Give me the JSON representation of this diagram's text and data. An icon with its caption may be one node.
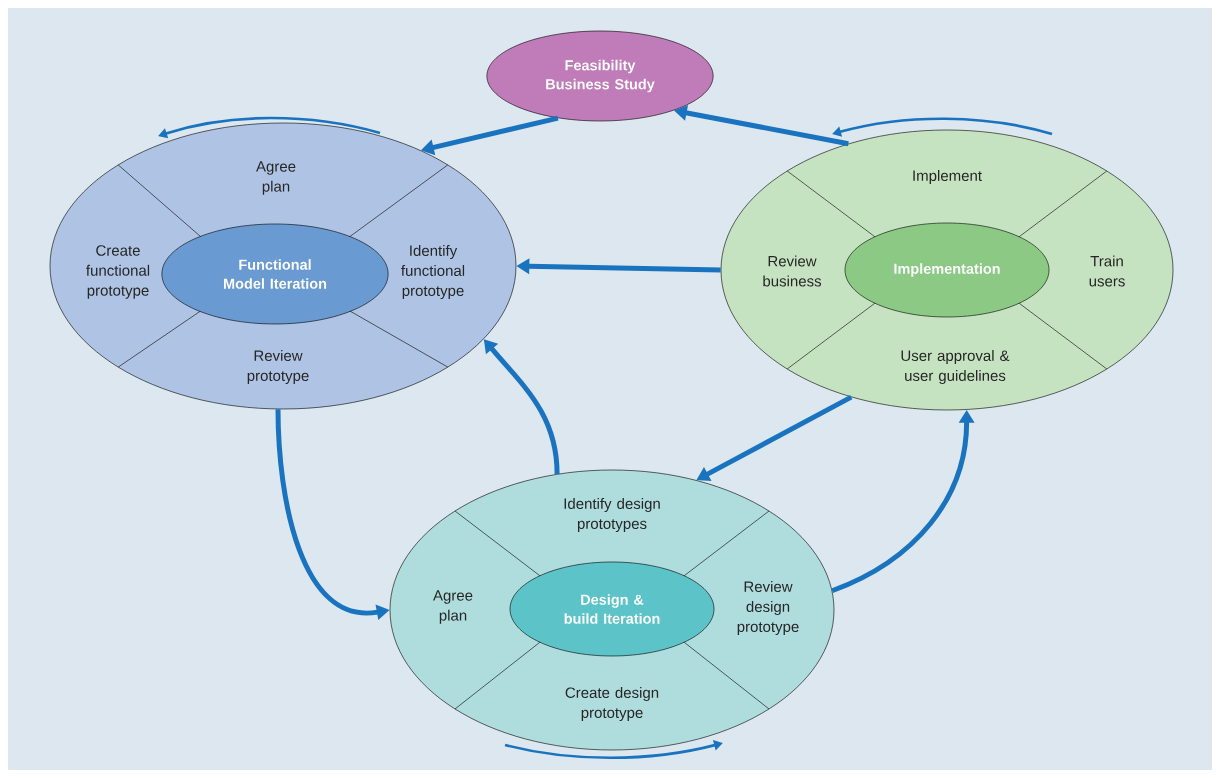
{
  "diagram": {
    "nodes": [
      {
        "text": [
          "Feasibility Business Study"
        ]
      },
      {
        "text": [
          "Agree plan",
          "Create functional prototype",
          "Identify functional prototype",
          "Review prototype"
        ]
      },
      {
        "text": [
          "Functional Model Iteration"
        ],
        "in": 1
      },
      {
        "text": [
          "Implement",
          "Review business",
          "Train users",
          "User approval & user guidelines"
        ]
      },
      {
        "text": [
          "Implementation"
        ],
        "in": 3
      },
      {
        "text": [
          "Identify design prototypes",
          "Agree plan",
          "Review design prototype",
          "Create design prototype"
        ]
      },
      {
        "text": [
          "Design & build Iteration"
        ],
        "in": 5
      }
    ],
    "edges": [
      {
        "from": 0,
        "to": 1,
        "arrow": "to"
      },
      {
        "from": 3,
        "to": 0,
        "arrow": "to"
      },
      {
        "from": 3,
        "to": 1,
        "arrow": "to"
      },
      {
        "from": 3,
        "to": 5,
        "arrow": "to"
      },
      {
        "from": 1,
        "to": 5,
        "arrow": "to"
      },
      {
        "from": 5,
        "to": 1,
        "arrow": "to"
      },
      {
        "from": 5,
        "to": 3,
        "arrow": "to"
      }
    ]
  }
}
